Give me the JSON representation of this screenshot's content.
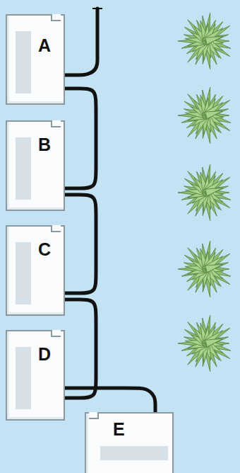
{
  "diagram": {
    "nodes": [
      {
        "text": [
          "A"
        ]
      },
      {
        "text": [
          "B"
        ]
      },
      {
        "text": [
          "C"
        ]
      },
      {
        "text": [
          "D"
        ]
      },
      {
        "text": [
          "E"
        ]
      }
    ],
    "edges": [
      {
        "from": 0,
        "to": 1,
        "arrow": "none"
      },
      {
        "from": 1,
        "to": 2,
        "arrow": "none"
      },
      {
        "from": 2,
        "to": 3,
        "arrow": "none"
      },
      {
        "from": 3,
        "to": 4,
        "arrow": "none"
      }
    ]
  }
}
